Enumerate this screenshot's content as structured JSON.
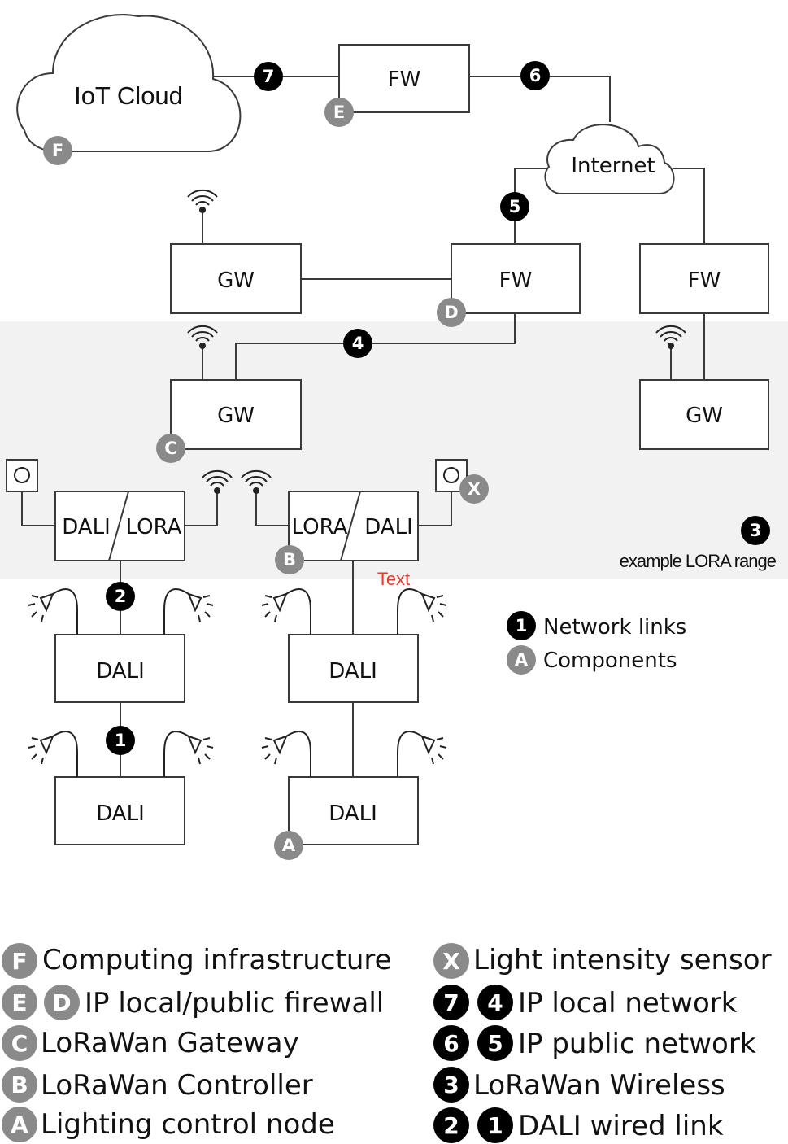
{
  "nodes": {
    "iot_cloud": "IoT Cloud",
    "internet": "Internet",
    "fw_top": "FW",
    "fw_mid": "FW",
    "fw_right": "FW",
    "gw_upper": "GW",
    "gw_lower": "GW",
    "gw_right": "GW",
    "ctrl_left_a": "DALI",
    "ctrl_left_b": "LORA",
    "ctrl_right_a": "LORA",
    "ctrl_right_b": "DALI",
    "dali_l1": "DALI",
    "dali_l2": "DALI",
    "dali_r1": "DALI",
    "dali_r2": "DALI"
  },
  "region": {
    "label": "example LORA range",
    "badge": "3",
    "color": "#f2f2f2"
  },
  "stray_text": {
    "text": "Text",
    "color": "#e8382f"
  },
  "link_badges": {
    "l1": "1",
    "l2": "2",
    "l4": "4",
    "l5": "5",
    "l6": "6",
    "l7": "7"
  },
  "component_badges": {
    "a": "A",
    "b": "B",
    "c": "C",
    "d": "D",
    "e": "E",
    "f": "F",
    "x": "X"
  },
  "key": {
    "network_links": {
      "badge": "1",
      "label": "Network links"
    },
    "components": {
      "badge": "A",
      "label": "Components"
    }
  },
  "legend": {
    "left": [
      {
        "badges": [
          "F"
        ],
        "label": "Computing infrastructure"
      },
      {
        "badges": [
          "E",
          "D"
        ],
        "label": "IP local/public firewall"
      },
      {
        "badges": [
          "C"
        ],
        "label": "LoRaWan Gateway"
      },
      {
        "badges": [
          "B"
        ],
        "label": "LoRaWan Controller"
      },
      {
        "badges": [
          "A"
        ],
        "label": "Lighting control node"
      }
    ],
    "right": [
      {
        "badges": [
          "X"
        ],
        "label": "Light intensity sensor"
      },
      {
        "badges": [
          "7",
          "4"
        ],
        "label": "IP local network"
      },
      {
        "badges": [
          "6",
          "5"
        ],
        "label": "IP public network"
      },
      {
        "badges": [
          "3"
        ],
        "label": "LoRaWan Wireless"
      },
      {
        "badges": [
          "2",
          "1"
        ],
        "label": "DALI wired link"
      }
    ]
  },
  "colors": {
    "badge_dark": "#000000",
    "badge_grey": "#8a8a8a",
    "line": "#3a3a3a"
  }
}
